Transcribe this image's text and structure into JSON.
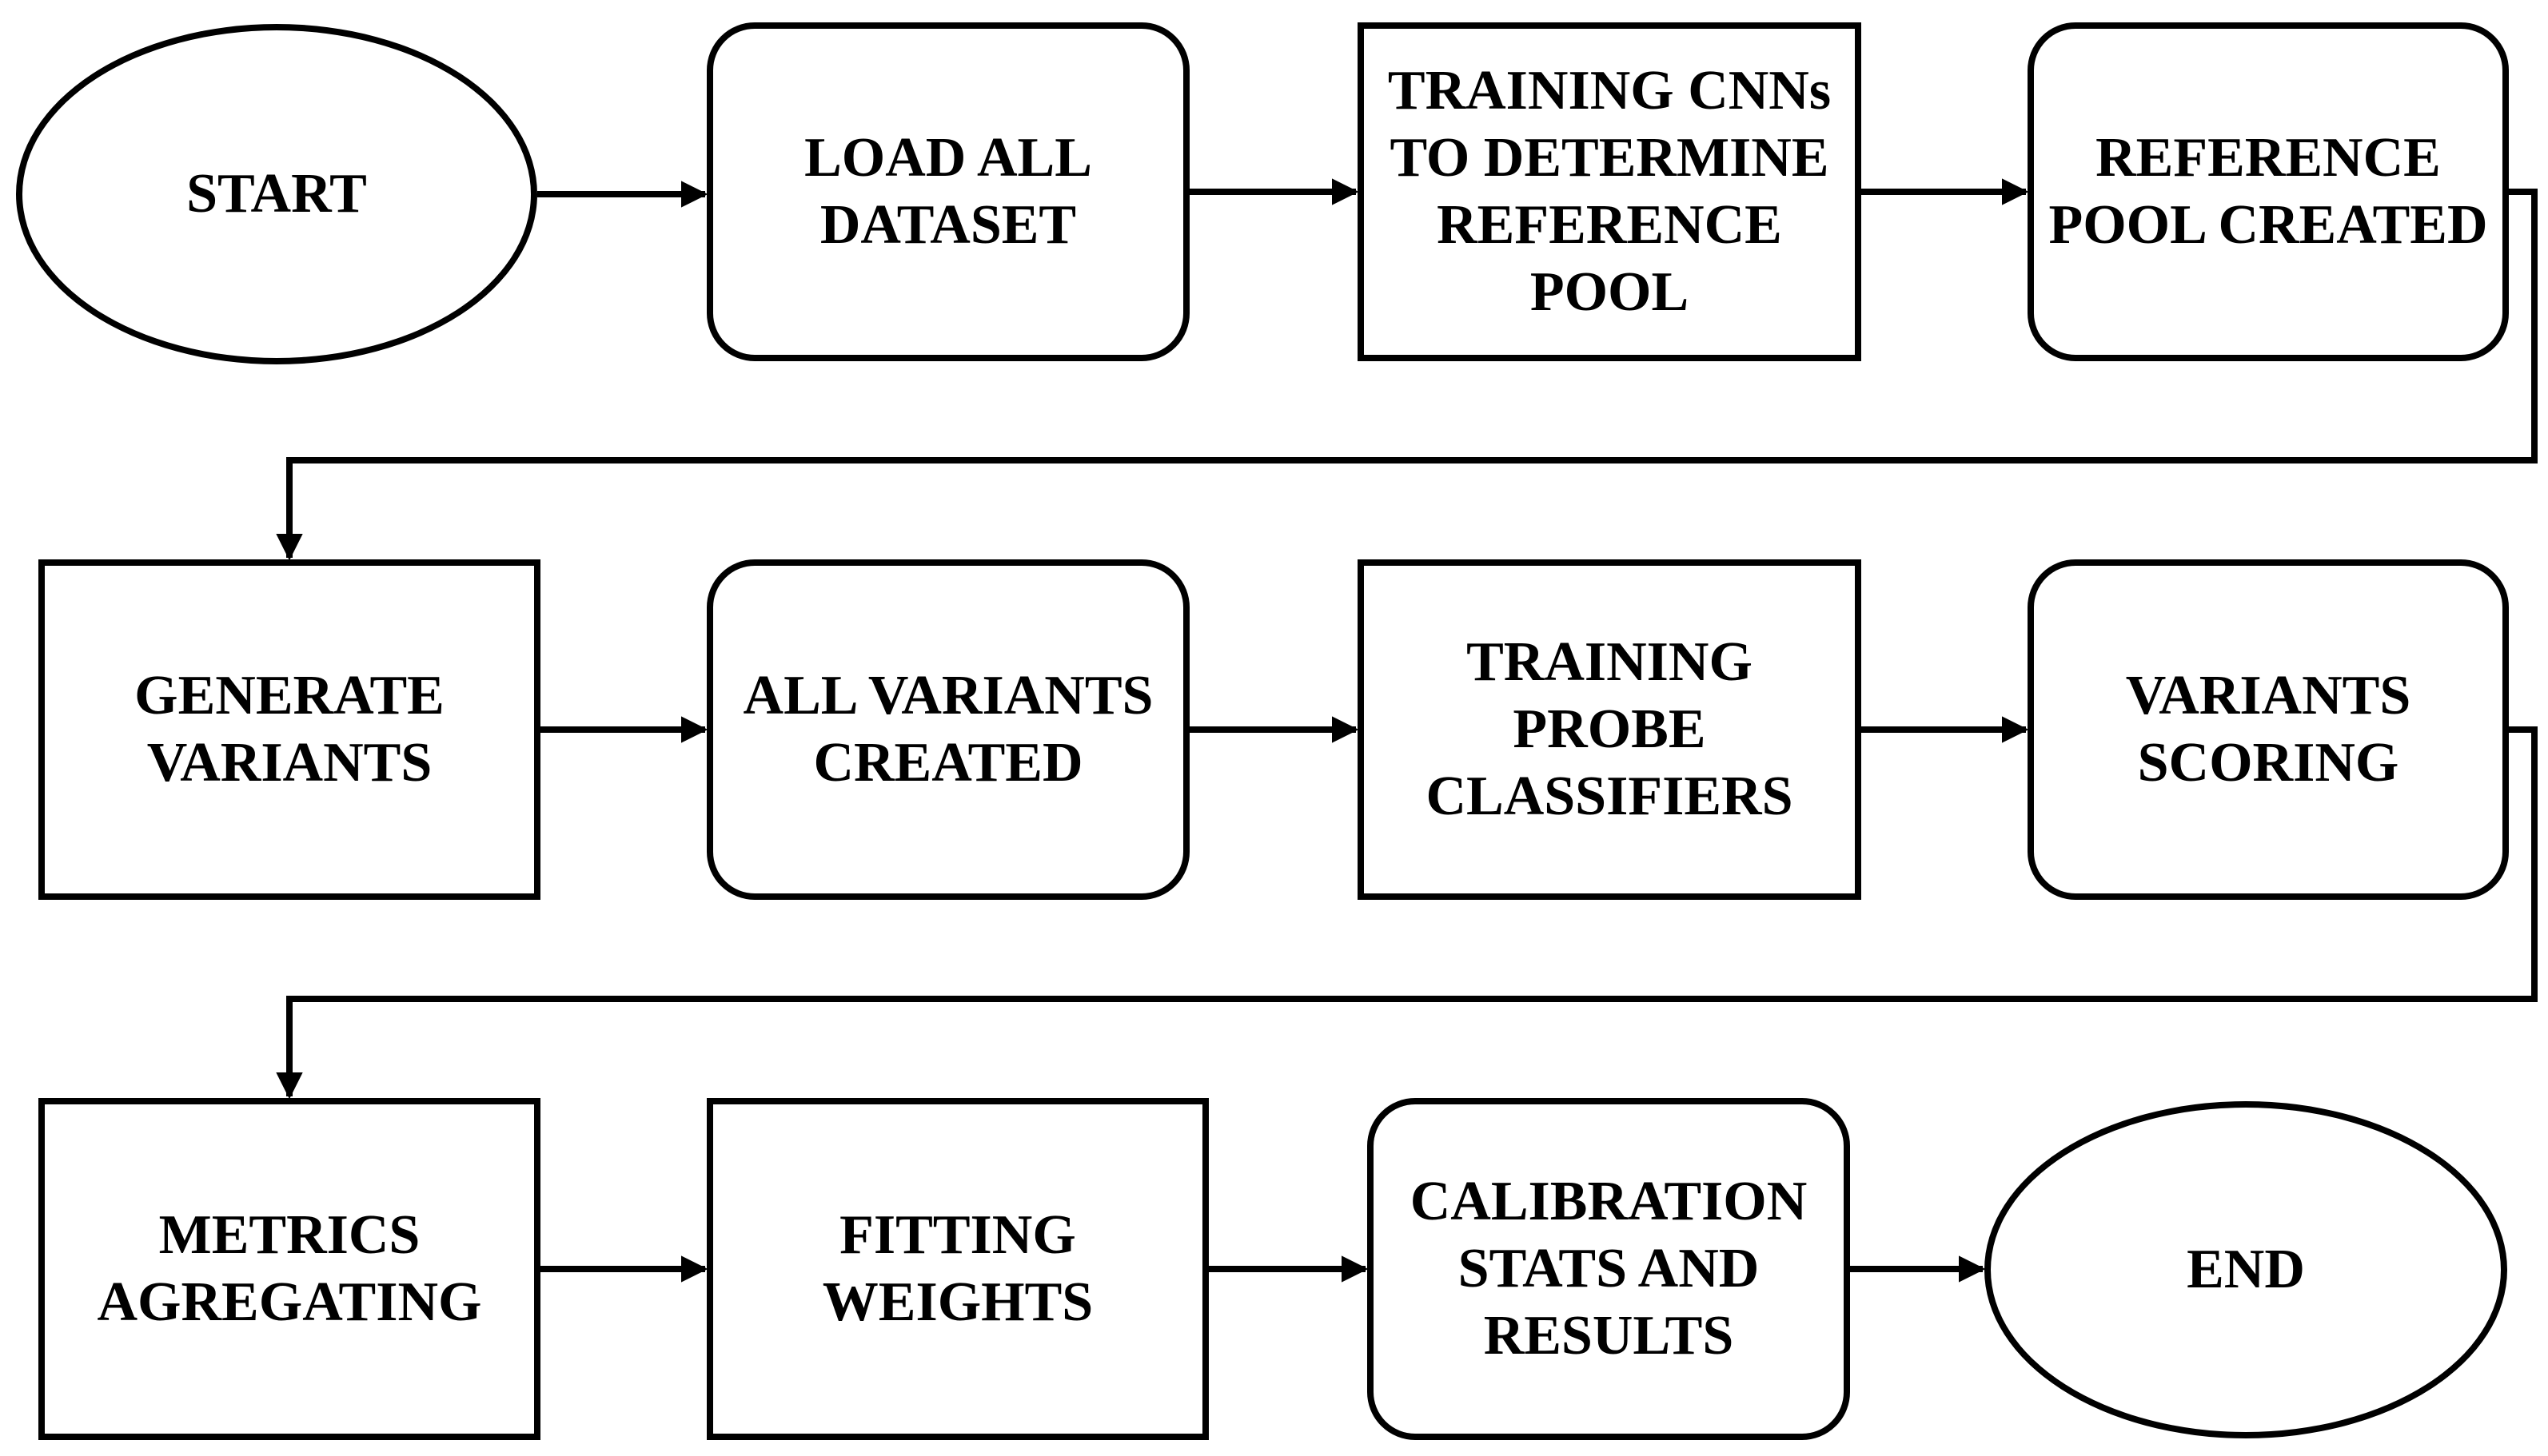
{
  "flowchart": {
    "nodes": [
      {
        "id": "start",
        "shape": "ellipse",
        "label": "START"
      },
      {
        "id": "load",
        "shape": "rounded",
        "label": "LOAD ALL\nDATASET"
      },
      {
        "id": "train_cnn",
        "shape": "rect",
        "label": "TRAINING CNNs\nTO DETERMINE\nREFERENCE\nPOOL"
      },
      {
        "id": "ref_pool",
        "shape": "rounded",
        "label": "REFERENCE\nPOOL CREATED"
      },
      {
        "id": "gen_variants",
        "shape": "rect",
        "label": "GENERATE\nVARIANTS"
      },
      {
        "id": "all_variants",
        "shape": "rounded",
        "label": "ALL VARIANTS\nCREATED"
      },
      {
        "id": "train_probe",
        "shape": "rect",
        "label": "TRAINING\nPROBE\nCLASSIFIERS"
      },
      {
        "id": "scoring",
        "shape": "rounded",
        "label": "VARIANTS\nSCORING"
      },
      {
        "id": "metrics",
        "shape": "rect",
        "label": "METRICS\nAGREGATING"
      },
      {
        "id": "fitting",
        "shape": "rect",
        "label": "FITTING\nWEIGHTS"
      },
      {
        "id": "calibration",
        "shape": "rounded",
        "label": "CALIBRATION\nSTATS AND\nRESULTS"
      },
      {
        "id": "end",
        "shape": "ellipse",
        "label": "END"
      }
    ],
    "edges": [
      {
        "from": "start",
        "to": "load"
      },
      {
        "from": "load",
        "to": "train_cnn"
      },
      {
        "from": "train_cnn",
        "to": "ref_pool"
      },
      {
        "from": "ref_pool",
        "to": "gen_variants"
      },
      {
        "from": "gen_variants",
        "to": "all_variants"
      },
      {
        "from": "all_variants",
        "to": "train_probe"
      },
      {
        "from": "train_probe",
        "to": "scoring"
      },
      {
        "from": "scoring",
        "to": "metrics"
      },
      {
        "from": "metrics",
        "to": "fitting"
      },
      {
        "from": "fitting",
        "to": "calibration"
      },
      {
        "from": "calibration",
        "to": "end"
      }
    ],
    "colors": {
      "stroke": "#000000",
      "fill": "#ffffff",
      "text": "#000000"
    }
  }
}
